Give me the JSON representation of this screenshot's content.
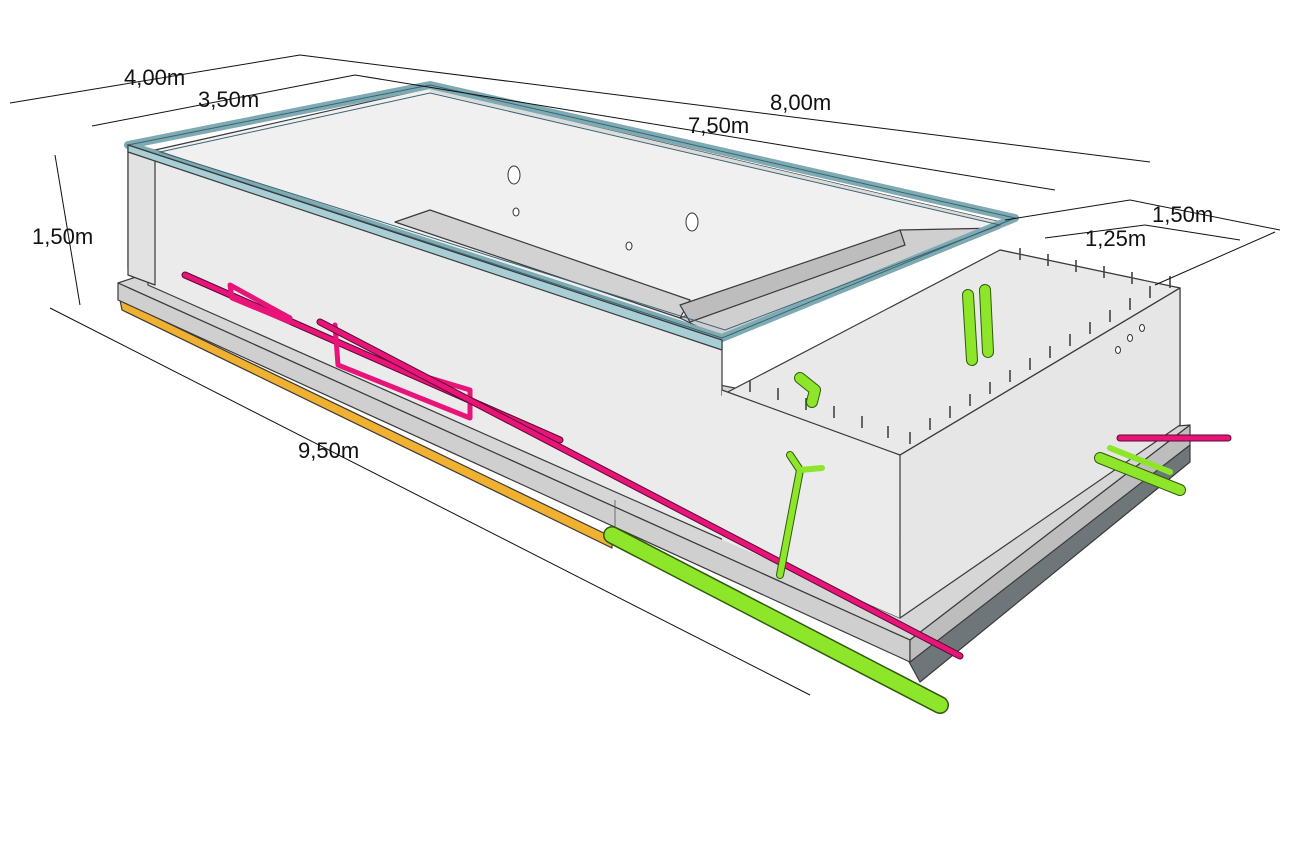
{
  "drawing": {
    "dimensions": {
      "outer_width": "4,00m",
      "inner_width": "3,50m",
      "outer_length": "8,00m",
      "inner_length": "7,50m",
      "height": "1,50m",
      "annex_outer": "1,50m",
      "annex_inner": "1,25m",
      "base_length": "9,50m"
    },
    "colors": {
      "concrete_wall": "#ebebeb",
      "concrete_side": "#e4e4e4",
      "base_slab": "#d6d6d6",
      "coping_glass": "#a9cfd6",
      "pipe_magenta": "#e8147a",
      "pipe_green": "#8ee62a",
      "membrane_orange": "#f0b030",
      "interior_floor": "#c8c8c8"
    }
  }
}
